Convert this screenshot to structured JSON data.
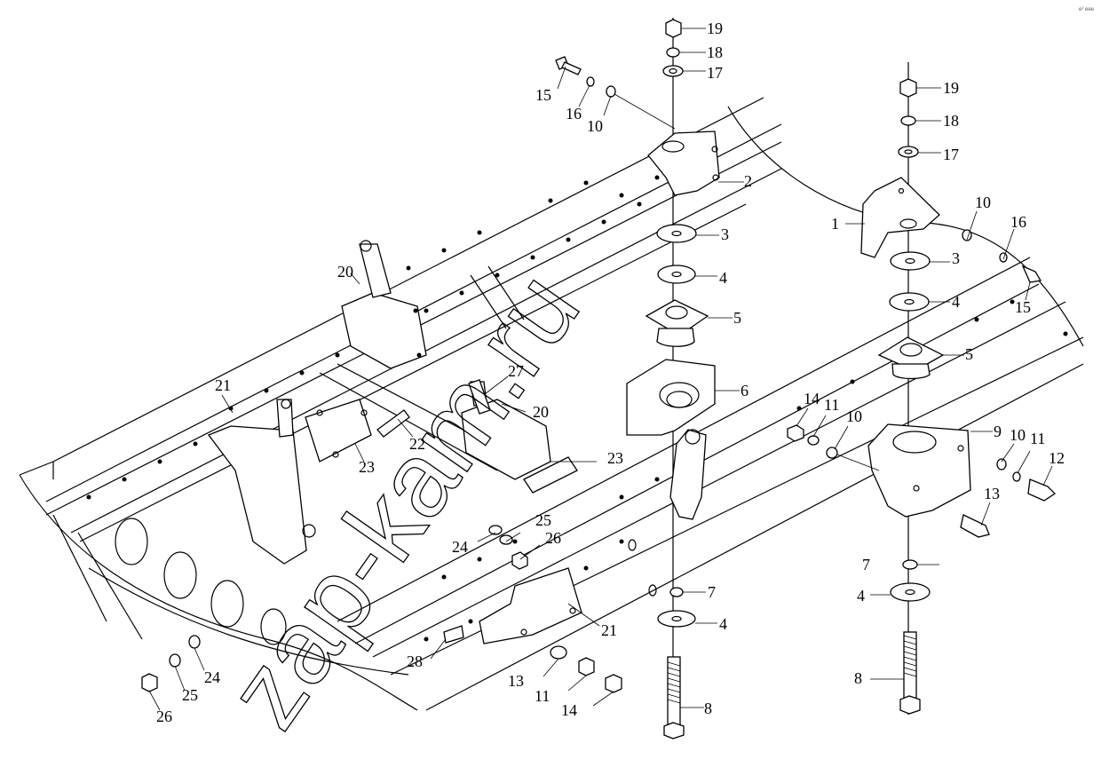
{
  "diagram": {
    "watermark": "zap-kam.ru",
    "corner_mark": "e² eee",
    "callouts": {
      "c1": "1",
      "c2": "2",
      "c3a": "3",
      "c3b": "3",
      "c4a": "4",
      "c4b": "4",
      "c4c": "4",
      "c4d": "4",
      "c5a": "5",
      "c5b": "5",
      "c6": "6",
      "c7a": "7",
      "c7b": "7",
      "c8a": "8",
      "c8b": "8",
      "c9": "9",
      "c10a": "10",
      "c10b": "10",
      "c10c": "10",
      "c10d": "10",
      "c11a": "11",
      "c11b": "11",
      "c11c": "11",
      "c12": "12",
      "c13a": "13",
      "c13b": "13",
      "c14a": "14",
      "c14b": "14",
      "c15a": "15",
      "c15b": "15",
      "c16a": "16",
      "c16b": "16",
      "c17a": "17",
      "c17b": "17",
      "c18a": "18",
      "c18b": "18",
      "c19a": "19",
      "c19b": "19",
      "c20a": "20",
      "c20b": "20",
      "c21a": "21",
      "c21b": "21",
      "c22": "22",
      "c23a": "23",
      "c23b": "23",
      "c24a": "24",
      "c24b": "24",
      "c25a": "25",
      "c25b": "25",
      "c26a": "26",
      "c26b": "26",
      "c27": "27",
      "c28": "28"
    }
  }
}
